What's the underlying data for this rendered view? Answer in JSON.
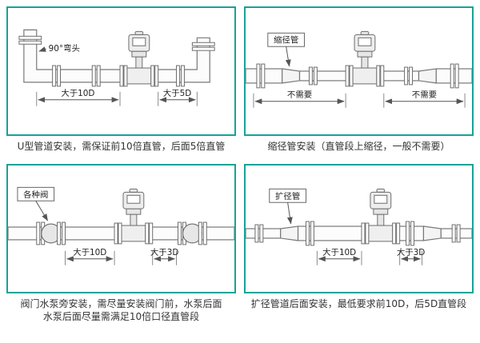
{
  "colors": {
    "frame_border": "#17a398",
    "diagram_line": "#787878",
    "dimension_line": "#555555",
    "caption_text": "#333333"
  },
  "panels": [
    {
      "callout": "90°弯头",
      "dim_left": "大于10D",
      "dim_right": "大于5D",
      "caption": "U型管道安装，需保证前10倍直管，后面5倍直管"
    },
    {
      "callout": "缩径管",
      "dim_left": "不需要",
      "dim_right": "不需要",
      "caption": "缩径管安装（直管段上缩径，一般不需要）"
    },
    {
      "callout": "各种阀",
      "dim_left": "大于10D",
      "dim_right": "大于3D",
      "caption": "阀门水泵旁安装，需尽量安装阀门前，水泵后面",
      "caption2": "水泵后面尽量需满足10倍口径直管段"
    },
    {
      "callout": "扩径管",
      "dim_left": "大于10D",
      "dim_right": "大于3D",
      "caption": "扩径管道后面安装，最低要求前10D，后5D直管段"
    }
  ]
}
